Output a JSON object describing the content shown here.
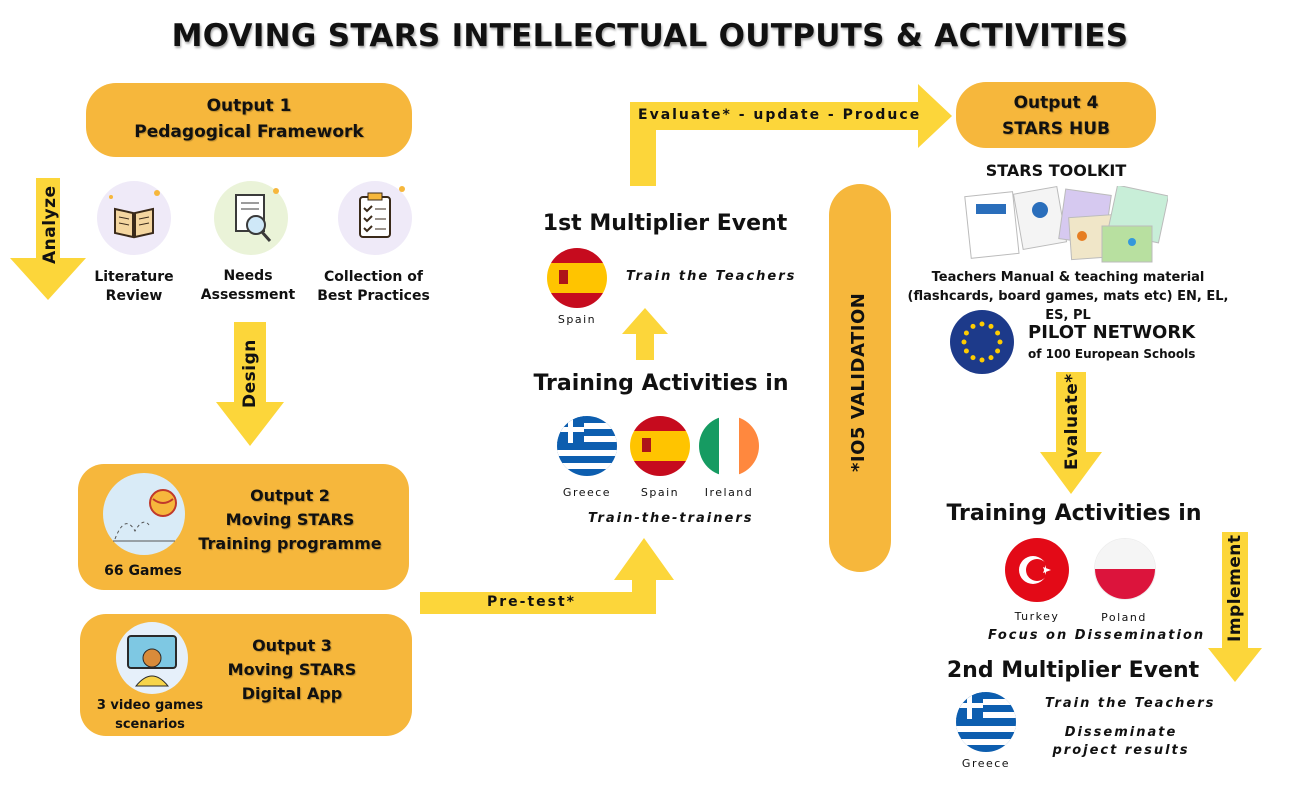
{
  "title": "MOVING STARS INTELLECTUAL OUTPUTS & ACTIVITIES",
  "colors": {
    "accent": "#f6b73c",
    "arrow": "#fcd63a"
  },
  "output1": {
    "heading": "Output 1",
    "name": "Pedagogical Framework",
    "items": [
      "Literature Review",
      "Needs Assessment",
      "Collection of Best Practices"
    ]
  },
  "arrows": {
    "analyze": "Analyze",
    "design": "Design",
    "pretest": "Pre-test*",
    "evaluate_update": "Evaluate* - update - Produce",
    "evaluate": "Evaluate*",
    "implement": "Implement"
  },
  "output2": {
    "heading": "Output 2",
    "line2": "Moving STARS",
    "line3": "Training programme",
    "games": "66 Games"
  },
  "output3": {
    "heading": "Output 3",
    "line2": "Moving STARS",
    "line3": "Digital App",
    "scenarios": "3 video games scenarios"
  },
  "multiplier1": {
    "title": "1st Multiplier Event",
    "subtitle": "Train the Teachers",
    "country": "Spain"
  },
  "training1": {
    "title": "Training Activities in",
    "countries": [
      "Greece",
      "Spain",
      "Ireland"
    ],
    "subtitle": "Train-the-trainers"
  },
  "validation": "*IO5 VALIDATION",
  "output4": {
    "heading": "Output 4",
    "name": "STARS HUB"
  },
  "toolkit": {
    "title": "STARS TOOLKIT",
    "desc_line1": "Teachers Manual & teaching material",
    "desc_line2": "(flashcards, board games, mats etc) EN, EL, ES, PL"
  },
  "pilot": {
    "title": "PILOT NETWORK",
    "subtitle": "of 100 European Schools"
  },
  "training2": {
    "title": "Training Activities in",
    "countries": [
      "Turkey",
      "Poland"
    ],
    "subtitle": "Focus on Dissemination"
  },
  "multiplier2": {
    "title": "2nd Multiplier Event",
    "line1": "Train the Teachers",
    "line2": "Disseminate project results",
    "country": "Greece"
  }
}
